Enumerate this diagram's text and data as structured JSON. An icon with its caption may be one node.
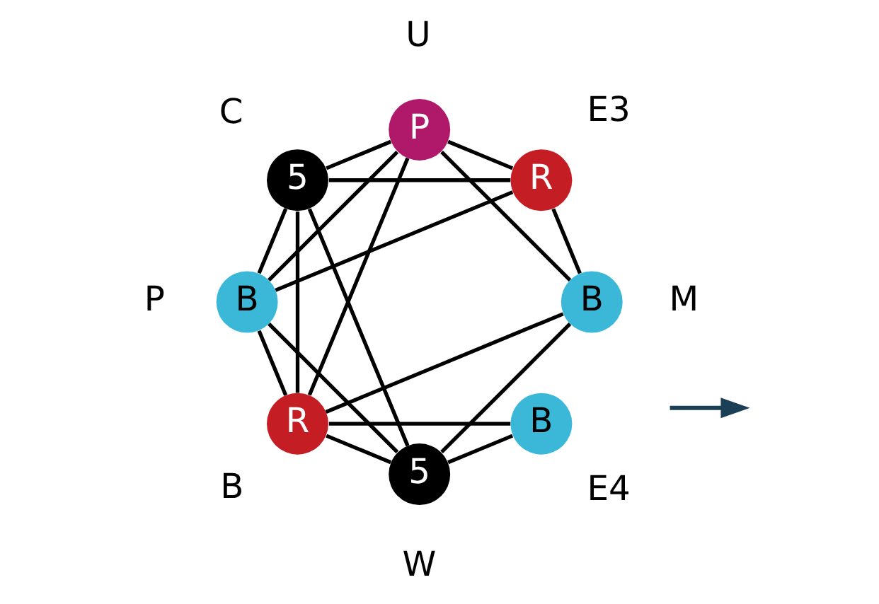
{
  "diagram": {
    "nodes": [
      {
        "text": [
          "B"
        ],
        "beside": [
          "E4"
        ]
      },
      {
        "text": [
          "R"
        ],
        "beside": [
          "E3"
        ]
      },
      {
        "text": [
          "B"
        ],
        "beside": [
          "P"
        ]
      },
      {
        "text": [
          "B"
        ],
        "beside": [
          "M"
        ]
      },
      {
        "text": [
          "R"
        ],
        "beside": [
          "B"
        ]
      },
      {
        "text": [
          "5"
        ],
        "beside": [
          "C"
        ]
      },
      {
        "text": [
          "P"
        ],
        "beside": [
          "U"
        ]
      },
      {
        "text": [
          "5"
        ],
        "beside": [
          "W"
        ]
      }
    ],
    "edges": [
      {
        "from": 1,
        "to": 2,
        "arrow": "none"
      },
      {
        "from": 1,
        "to": 6,
        "arrow": "none"
      },
      {
        "from": 1,
        "to": 3,
        "arrow": "none"
      },
      {
        "from": 1,
        "to": 5,
        "arrow": "none"
      },
      {
        "from": 0,
        "to": 4,
        "arrow": "none"
      },
      {
        "from": 0,
        "to": 7,
        "arrow": "none"
      },
      {
        "from": 2,
        "to": 4,
        "arrow": "none"
      },
      {
        "from": 2,
        "to": 6,
        "arrow": "none"
      },
      {
        "from": 2,
        "to": 7,
        "arrow": "none"
      },
      {
        "from": 2,
        "to": 5,
        "arrow": "none"
      },
      {
        "from": 3,
        "to": 4,
        "arrow": "none"
      },
      {
        "from": 3,
        "to": 6,
        "arrow": "none"
      },
      {
        "from": 3,
        "to": 7,
        "arrow": "none"
      },
      {
        "from": 4,
        "to": 5,
        "arrow": "none"
      },
      {
        "from": 4,
        "to": 7,
        "arrow": "none"
      },
      {
        "from": 4,
        "to": 6,
        "arrow": "none"
      },
      {
        "from": 5,
        "to": 6,
        "arrow": "none"
      },
      {
        "from": 5,
        "to": 7,
        "arrow": "none"
      }
    ]
  }
}
